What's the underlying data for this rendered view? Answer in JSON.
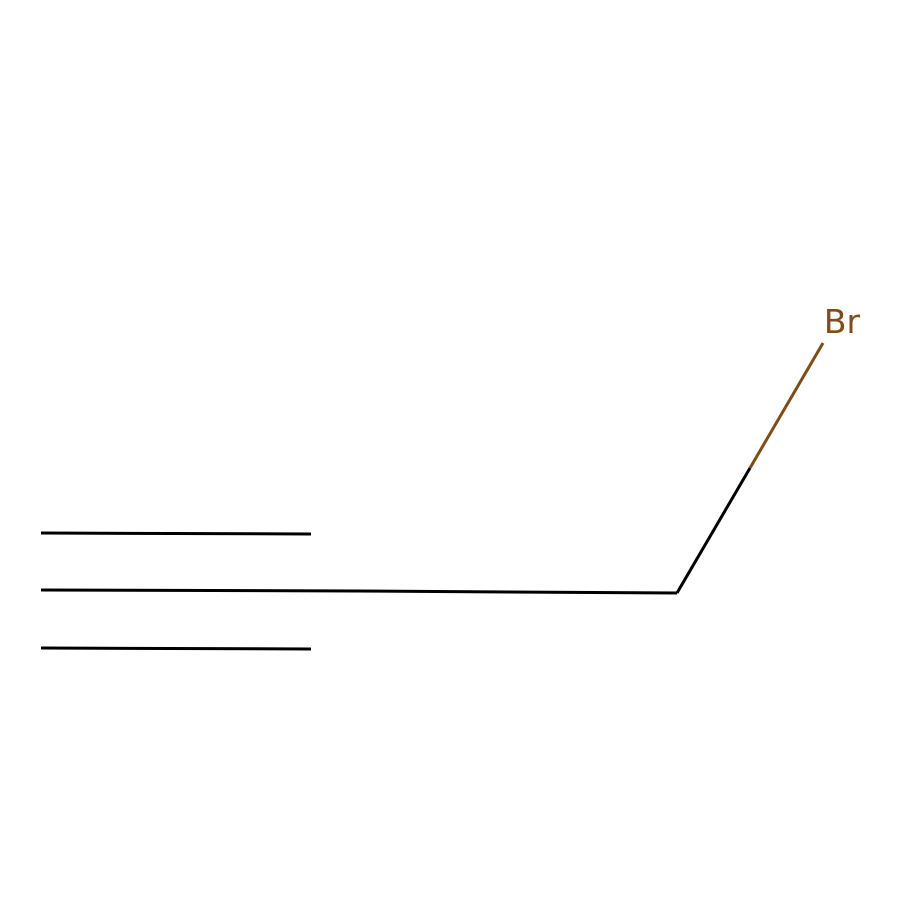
{
  "molecule": {
    "atoms": [
      {
        "id": "c1",
        "element": "C"
      },
      {
        "id": "c2",
        "element": "C"
      },
      {
        "id": "c3",
        "element": "C"
      },
      {
        "id": "br",
        "element": "Br",
        "label": "Br"
      }
    ],
    "bonds": [
      {
        "from": "c1",
        "to": "c2",
        "order": 3
      },
      {
        "from": "c2",
        "to": "c3",
        "order": 1
      },
      {
        "from": "c3",
        "to": "br",
        "order": 1
      }
    ]
  },
  "colors": {
    "bond": "#000000",
    "bromine": "#7f4c19",
    "background": "#ffffff"
  }
}
